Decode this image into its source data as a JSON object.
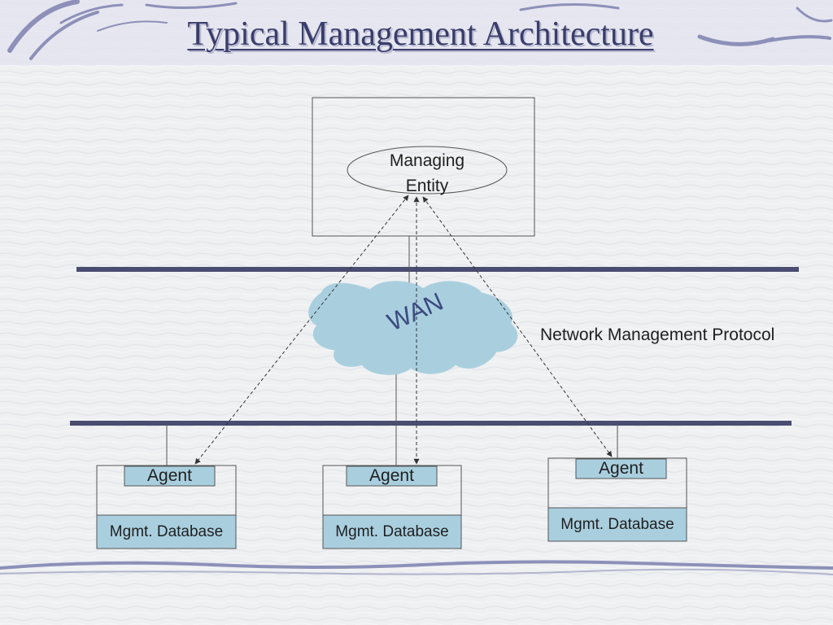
{
  "slide": {
    "title": "Typical Management Architecture"
  },
  "diagram": {
    "managing_entity_label": "Managing\nEntity",
    "wan_label": "WAN",
    "protocol_label": "Network Management Protocol",
    "agents": [
      {
        "agent_label": "Agent",
        "database_label": "Mgmt. Database"
      },
      {
        "agent_label": "Agent",
        "database_label": "Mgmt. Database"
      },
      {
        "agent_label": "Agent",
        "database_label": "Mgmt. Database"
      }
    ]
  },
  "colors": {
    "title": "#3a3d6b",
    "network_bus": "#4a4c70",
    "agent_fill": "#a9cfdf",
    "cloud_fill": "#a9cfdf",
    "wan_text": "#3d4a80",
    "line": "#555555"
  }
}
